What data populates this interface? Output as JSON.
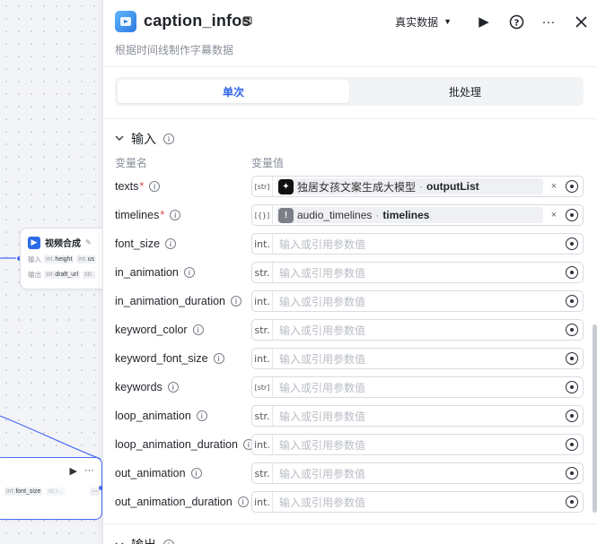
{
  "canvas": {
    "video_node": {
      "title": "视频合成",
      "input_label": "输入",
      "output_label": "输出",
      "inputs": [
        {
          "type": "int.",
          "name": "height"
        },
        {
          "type": "int.",
          "name": "us"
        }
      ],
      "outputs": [
        {
          "type": "str.",
          "name": "draft_url"
        },
        {
          "type": "str.",
          "name": ""
        }
      ]
    },
    "lower_node": {
      "chip_type": "int.",
      "chip_name": "font_size",
      "chip_faded": "str.i...",
      "more": "···"
    }
  },
  "panel": {
    "title": "caption_infos",
    "subtitle": "根据时间线制作字幕数据",
    "real_data_label": "真实数据",
    "tabs": [
      {
        "label": "单次",
        "active": true
      },
      {
        "label": "批处理",
        "active": false
      }
    ],
    "input_section": {
      "title": "输入",
      "col_name": "变量名",
      "col_value": "变量值",
      "placeholder": "输入或引用参数值",
      "rows": [
        {
          "name": "texts",
          "required": true,
          "type": "[str]",
          "ref": {
            "node": "独居女孩文案生成大模型",
            "field": "outputList",
            "color": "#111111"
          }
        },
        {
          "name": "timelines",
          "required": true,
          "type": "[{}]",
          "ref": {
            "node": "audio_timelines",
            "field": "timelines",
            "color": "#7a7f88"
          }
        },
        {
          "name": "font_size",
          "required": false,
          "type": "int."
        },
        {
          "name": "in_animation",
          "required": false,
          "type": "str."
        },
        {
          "name": "in_animation_duration",
          "required": false,
          "type": "int."
        },
        {
          "name": "keyword_color",
          "required": false,
          "type": "str."
        },
        {
          "name": "keyword_font_size",
          "required": false,
          "type": "int."
        },
        {
          "name": "keywords",
          "required": false,
          "type": "[str]"
        },
        {
          "name": "loop_animation",
          "required": false,
          "type": "str."
        },
        {
          "name": "loop_animation_duration",
          "required": false,
          "type": "int."
        },
        {
          "name": "out_animation",
          "required": false,
          "type": "str."
        },
        {
          "name": "out_animation_duration",
          "required": false,
          "type": "int."
        }
      ]
    },
    "output_section": {
      "title": "输出"
    }
  }
}
